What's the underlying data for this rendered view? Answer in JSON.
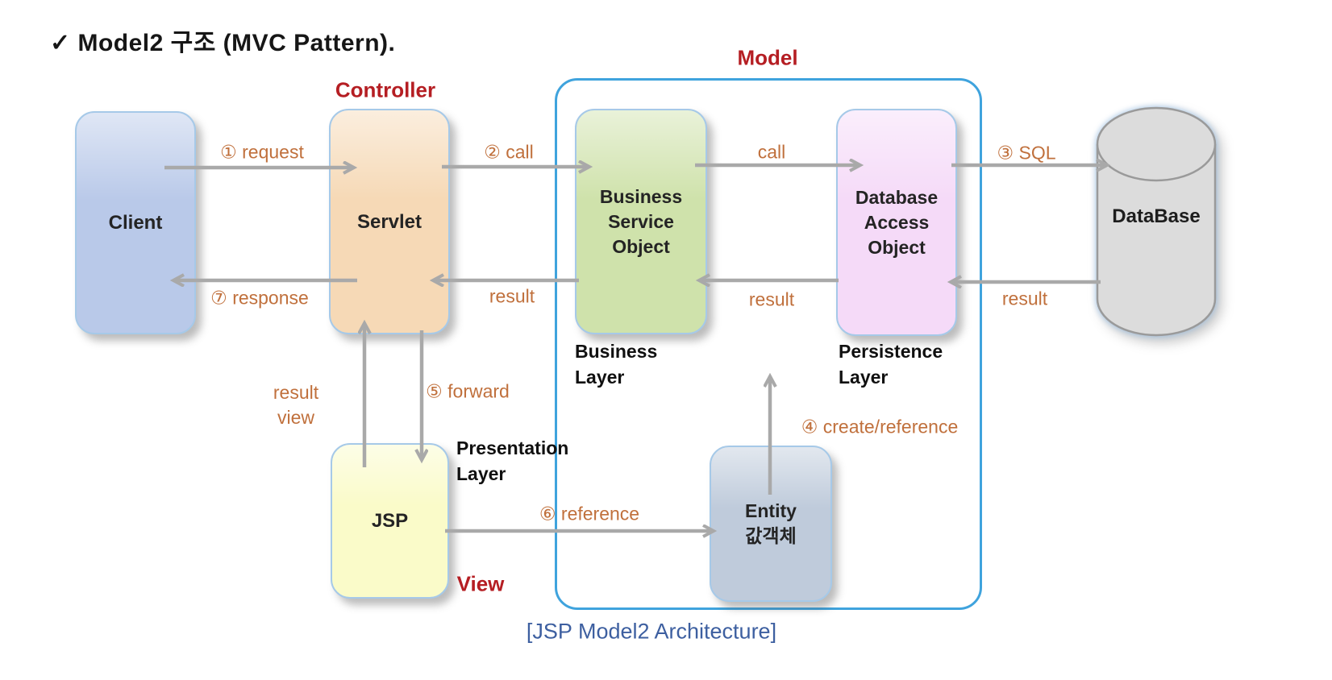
{
  "title": "✓ Model2 구조 (MVC Pattern).",
  "caption": "[JSP Model2 Architecture]",
  "mvc_labels": {
    "controller": "Controller",
    "model": "Model",
    "view": "View"
  },
  "nodes": {
    "client": "Client",
    "servlet": "Servlet",
    "business_service_object": "Business Service Object",
    "database_access_object": "Database Access Object",
    "database": "DataBase",
    "jsp": "JSP",
    "entity": "Entity\n값객체"
  },
  "layer_labels": {
    "business": "Business\nLayer",
    "persistence": "Persistence\nLayer",
    "presentation": "Presentation\nLayer"
  },
  "arrow_labels": {
    "request": "① request",
    "call_servlet_bso": "② call",
    "call_bso_dao": "call",
    "sql": "③ SQL",
    "result_db_dao": "result",
    "result_dao_bso": "result",
    "result_bso_servlet": "result",
    "response": "⑦ response",
    "result_view": "result\nview",
    "forward": "⑤ forward",
    "reference": "⑥ reference",
    "create_reference": "④ create/reference"
  },
  "colors": {
    "accent_border": "#3fa3dd",
    "box_border": "#a6c9e8",
    "arrow": "#a9a9a9",
    "orange_label": "#c0703c",
    "red_label": "#b51e23",
    "caption_blue": "#3d5fa0",
    "client_fill": "#b9c9e9",
    "servlet_fill": "#f6d9b6",
    "bso_fill": "#cfe2ab",
    "dao_fill": "#f5daf8",
    "jsp_fill": "#fafbc9",
    "entity_fill": "#bfcbdb",
    "db_fill": "#dcdcdc"
  }
}
